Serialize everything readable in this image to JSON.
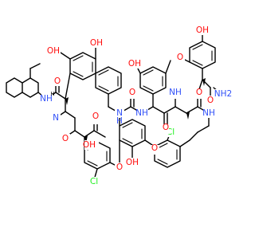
{
  "figure": {
    "title": "",
    "background_color": "#ffffff",
    "bond_color": "#000000"
  },
  "element_colors": {
    "O": "#ff0d0d",
    "N": "#3050f8",
    "Cl": "#1ff01f"
  },
  "atom_labels": {
    "oh_top_left": "OH",
    "oh_top_center": "OH",
    "o_carbonyl_upper_left": "O",
    "nh_left": "NH",
    "n_left_amide": "N",
    "o_amide_left": "O",
    "oh_left_middle": "OH",
    "o_amide_center_left": "O",
    "nh_center": "N",
    "h_center": "H",
    "o_amide_center": "O",
    "nh_center_right": "NH",
    "o_ether_bridge_left": "O",
    "cl_lower_left": "Cl",
    "oh_bottom": "OH",
    "o_ether_bottom": "O",
    "cl_right": "Cl",
    "o_amide_right": "O",
    "o_amide_lower_right": "O",
    "nh_right": "NH",
    "nh_right_lower": "NH",
    "oh_top_right": "OH",
    "o_top_right_ring": "O",
    "oh_right_middle": "OH",
    "nh2_right": "NH2",
    "o_amide_far_right": "O",
    "stereo_h": "H"
  }
}
